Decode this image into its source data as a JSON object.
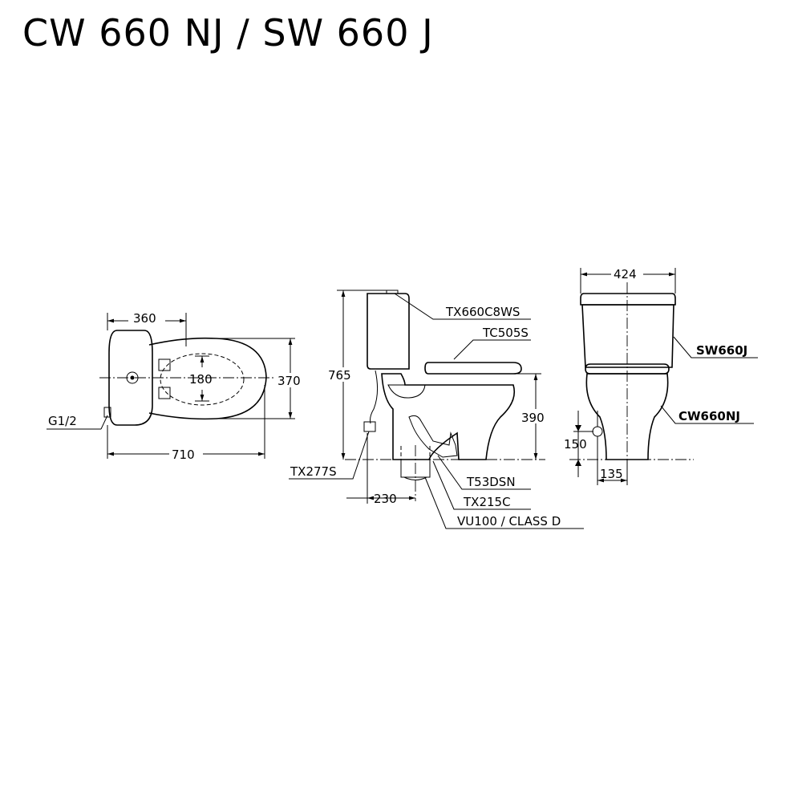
{
  "title": "CW 660 NJ / SW 660 J",
  "top_view": {
    "dim_width_top": "360",
    "dim_inner": "180",
    "dim_depth": "370",
    "dim_length": "710",
    "connection": "G1/2"
  },
  "side_view": {
    "dim_height": "765",
    "dim_seat_height": "390",
    "dim_outlet": "230",
    "parts": [
      "TX660C8WS",
      "TC505S",
      "TX277S",
      "T53DSN",
      "TX215C",
      "VU100 / CLASS D"
    ]
  },
  "front_view": {
    "dim_width": "424",
    "dim_inlet_height": "150",
    "dim_inlet_offset": "135",
    "labels": [
      "SW660J",
      "CW660NJ"
    ]
  }
}
